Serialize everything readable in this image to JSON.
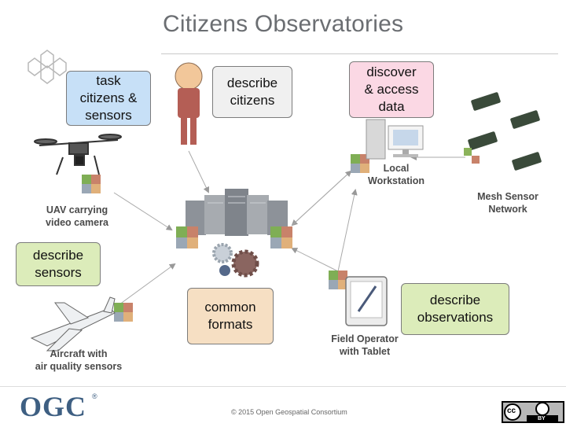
{
  "title": "Citizens Observatories",
  "boxes": {
    "task": "task\ncitizens  &\nsensors",
    "describe_citizens": "describe\ncitizens",
    "discover": "discover\n& access\ndata",
    "describe_sensors": "describe\nsensors",
    "common_formats": "common\nformats",
    "describe_observations": "describe\nobservations"
  },
  "labels": {
    "uav": "UAV carrying\nvideo camera",
    "local": "Local\nWorkstation",
    "mesh": "Mesh Sensor\nNetwork",
    "aircraft": "Aircraft with\nair quality sensors",
    "field": "Field Operator\nwith Tablet"
  },
  "footer": {
    "logo": "OGC",
    "registered": "®",
    "copyright": "© 2015 Open Geospatial Consortium",
    "license_cc": "cc",
    "license_by": "BY"
  },
  "colors": {
    "blue_box": "#c7e0f7",
    "pink_box": "#fbd8e4",
    "green_box": "#dcecba",
    "tan_box": "#f6dfc3",
    "gray_box": "#f0f0f0"
  }
}
